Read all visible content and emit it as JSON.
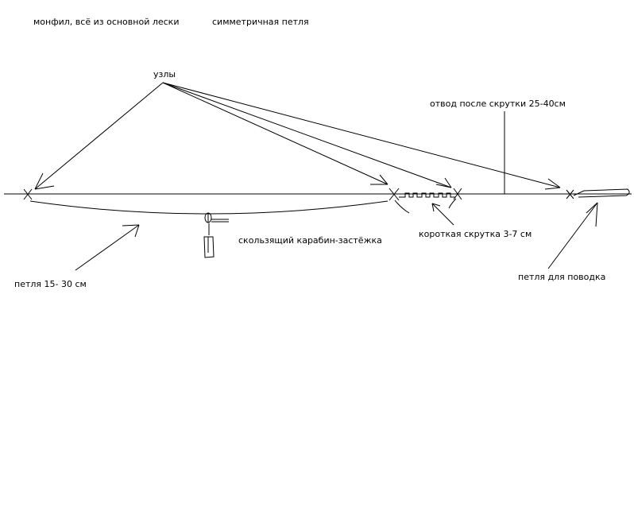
{
  "labels": {
    "header_left": "монфил, всё из основной лески",
    "header_right": "симметричная петля",
    "knots": "узлы",
    "branch_after_twist": "отвод после скрутки 25-40см",
    "sliding_snap": "скользящий карабин-застёжка",
    "short_twist": "короткая скрутка 3-7 см",
    "loop_length": "петля 15- 30 см",
    "leader_loop": "петля для поводка"
  },
  "colors": {
    "background": "#ffffff",
    "ink": "#000000"
  }
}
